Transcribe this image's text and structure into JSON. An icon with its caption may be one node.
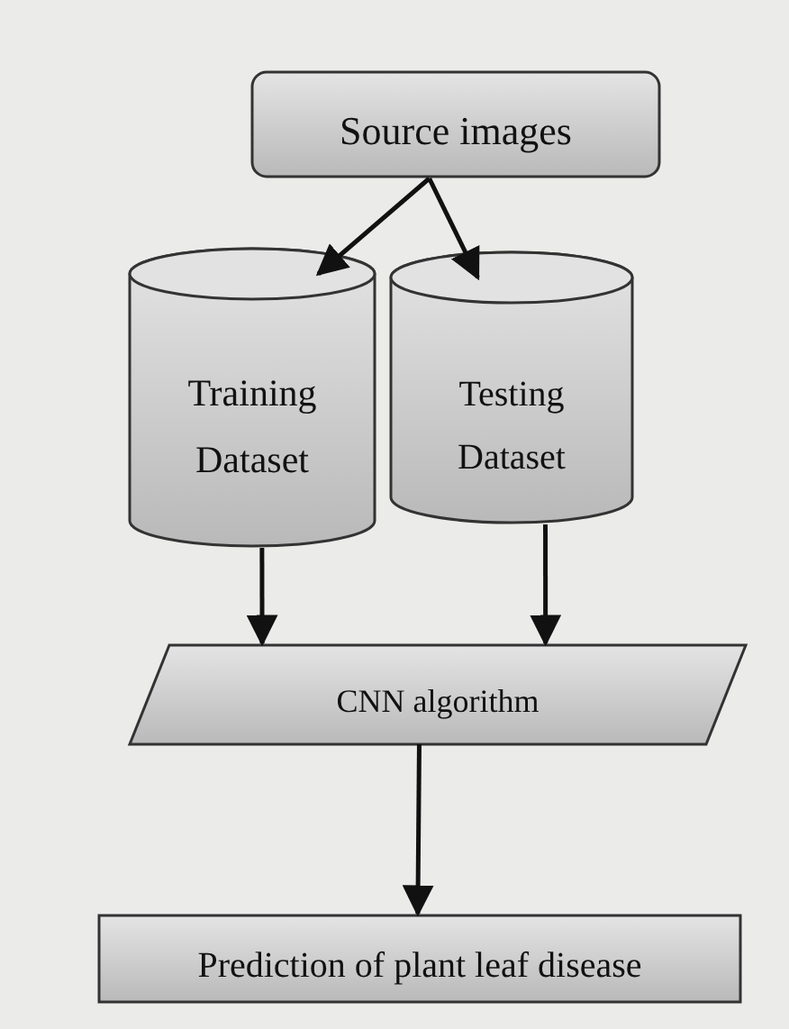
{
  "diagram": {
    "nodes": [
      {
        "text": [
          "Source images"
        ]
      },
      {
        "text": [
          "Training Dataset"
        ]
      },
      {
        "text": [
          "Testing Dataset"
        ]
      },
      {
        "text": [
          "CNN algorithm"
        ]
      },
      {
        "text": [
          "Prediction of plant leaf disease"
        ]
      }
    ],
    "edges": [
      {
        "from": 0,
        "to": 1,
        "arrow": "to"
      },
      {
        "from": 0,
        "to": 2,
        "arrow": "to"
      },
      {
        "from": 1,
        "to": 3,
        "arrow": "to"
      },
      {
        "from": 2,
        "to": 3,
        "arrow": "to"
      },
      {
        "from": 3,
        "to": 4,
        "arrow": "to"
      }
    ]
  }
}
